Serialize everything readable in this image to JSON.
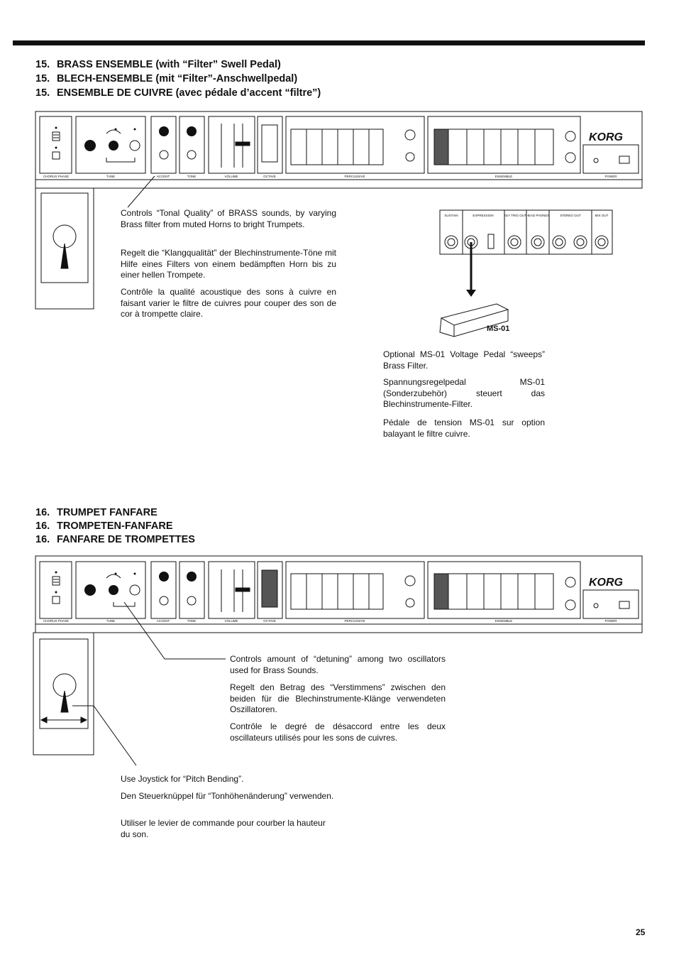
{
  "section15": {
    "headings": [
      {
        "num": "15.",
        "text": "BRASS ENSEMBLE (with “Filter” Swell Pedal)"
      },
      {
        "num": "15.",
        "text": "BLECH-ENSEMBLE (mit “Filter”-Anschwellpedal)"
      },
      {
        "num": "15.",
        "text": "ENSEMBLE DE CUIVRE (avec pédale d’accent “filtre”)"
      }
    ],
    "tone_text": {
      "en": "Controls “Tonal Quality” of BRASS sounds, by varying Brass filter from muted Horns to bright Trumpets.",
      "de": "Regelt die “Klangqualität” der Blechinstrumente-Töne mit Hilfe eines Filters von einem bedämpften Horn bis zu einer hellen Trompete.",
      "fr": "Contrôle la qualité acoustique des sons à cuivre en faisant varier le filtre de cuivres pour couper des son de cor à trompette claire."
    },
    "pedal_label": "MS-01",
    "pedal_text": {
      "en": "Optional MS-01 Voltage Pedal “sweeps” Brass Filter.",
      "de": "Spannungsregelpedal MS-01 (Sonderzubehör) steuert das Blechinstrumente-Filter.",
      "fr": "Pédale de tension MS-01 sur option balayant le filtre cuivre."
    }
  },
  "section16": {
    "headings": [
      {
        "num": "16.",
        "text": "TRUMPET FANFARE"
      },
      {
        "num": "16.",
        "text": "TROMPETEN-FANFARE"
      },
      {
        "num": "16.",
        "text": "FANFARE DE TROMPETTES"
      }
    ],
    "tune_text": {
      "en": "Controls amount of “detuning” among two oscillators used for Brass Sounds.",
      "de": "Regelt den Betrag des “Verstimmens” zwischen den beiden für die Blechinstrumente-Klänge verwendeten Oszillatoren.",
      "fr": "Contrôle le degré de désaccord entre les deux oscillateurs utilisés pour les sons de cuivres."
    },
    "joystick_text": {
      "en": "Use Joystick for “Pitch Bending”.",
      "de": "Den Steuerknüppel für “Tonhöhenänderung” verwenden.",
      "fr": "Utiliser le levier de commande pour courber la hauteur du son."
    }
  },
  "panel_labels": {
    "chorus": "CHORUS PHASE",
    "tune": "TUNE",
    "accent": "ACCENT",
    "tone": "TONE",
    "volume": "VOLUME",
    "octave": "OCTAVE",
    "percussive": "PERCUSSIVE",
    "ensemble": "ENSEMBLE",
    "power": "POWER",
    "logo": "KORG"
  },
  "rear_panel_labels": {
    "sustain": "SUSTAIN",
    "expression": "EXPRESSION",
    "keytrig": "KEY TRIG OUT",
    "headphones": "HEAD PHONES",
    "stereo_out": "STEREO OUT",
    "mix_out": "MIX OUT"
  },
  "page_number": "25"
}
